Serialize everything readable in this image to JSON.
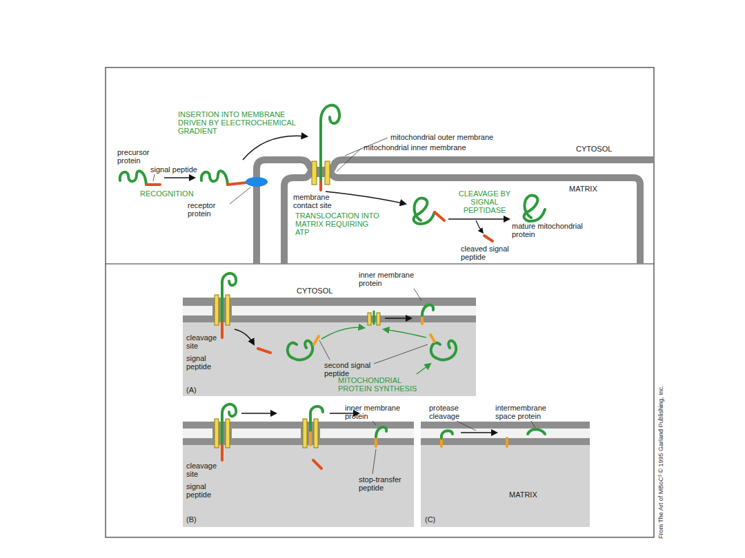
{
  "diagram": {
    "labels": [
      "INSERTION INTO MEMBRANE DRIVEN BY ELECTROCHEMICAL GRADIENT",
      "mitochondrial outer membrane",
      "CYTOSOL",
      "mitochondrial inner membrane",
      "precursor protein",
      "signal peptide",
      "RECOGNITION",
      "MATRIX",
      "CLEAVAGE BY SIGNAL PEPTIDASE",
      "membrane contact site",
      "TRANSLOCATION INTO MATRIX REQUIRING ATP",
      "mature mitochondrial protein",
      "receptor protein",
      "cleaved signal peptide",
      "inner membrane protein",
      "CYTOSOL",
      "cleavage site",
      "signal peptide",
      "second signal peptide",
      "MITOCHONDRIAL PROTEIN SYNTHESIS",
      "(A)",
      "inner membrane protein",
      "cleavage site",
      "signal peptide",
      "stop-transfer peptide",
      "(B)",
      "protease cleavage",
      "intermembrane space protein",
      "MATRIX",
      "(C)",
      "From The Art of MBoC³ © 1995 Garland Publishing, Inc."
    ]
  }
}
